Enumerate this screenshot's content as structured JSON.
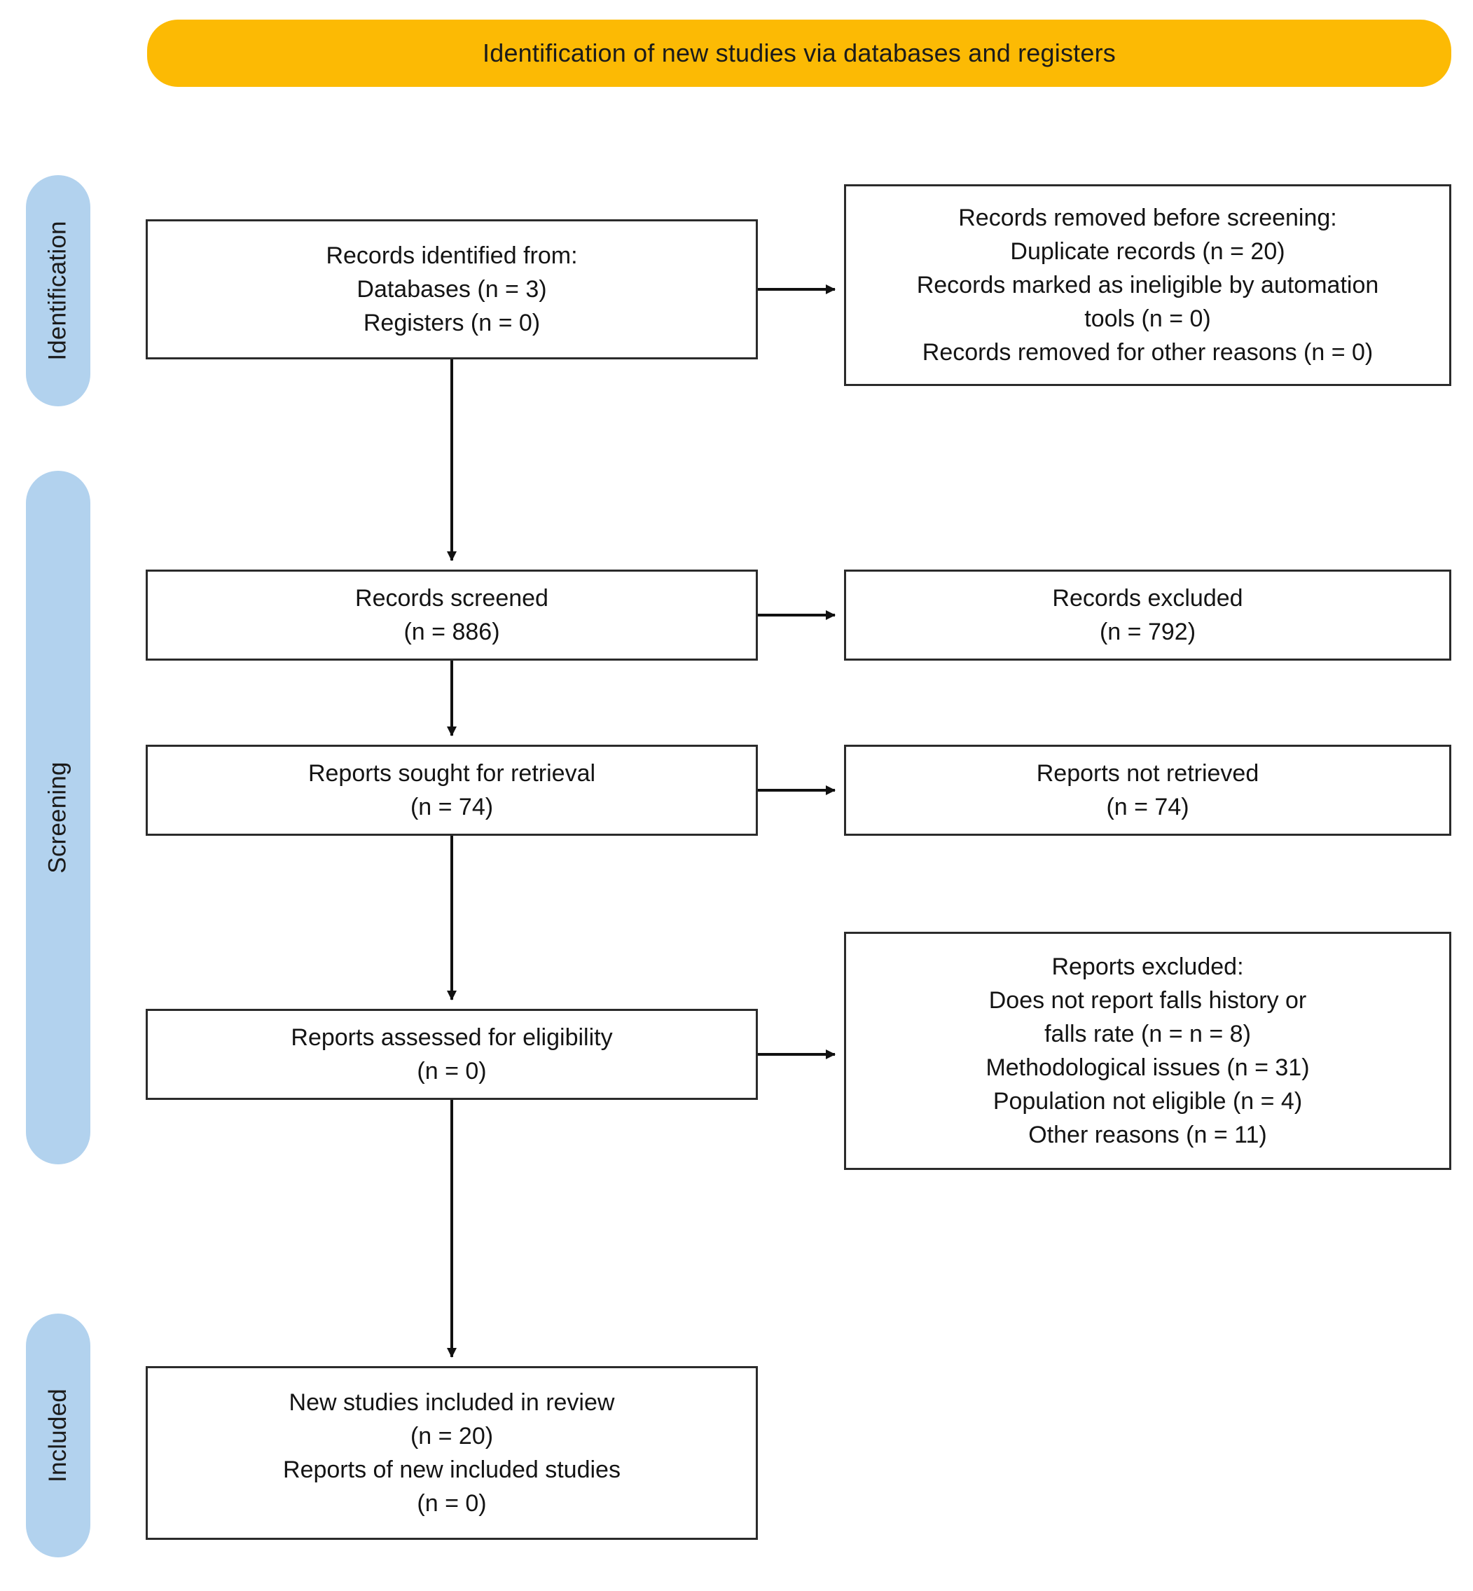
{
  "banner": {
    "title": "Identification of new studies via databases and registers",
    "color": "#FCBA04"
  },
  "stages": {
    "color": "#B2D2EE",
    "identification": "Identification",
    "screening": "Screening",
    "included": "Included"
  },
  "boxes": {
    "identified": {
      "name": "Records identified from",
      "lines": [
        "Records identified from:",
        "Databases (n = 3)",
        "Registers (n = 0)"
      ]
    },
    "removed": {
      "name": "Records removed before screening",
      "lines": [
        "Records removed before screening:",
        "Duplicate records (n = 20)",
        "Records marked as ineligible by automation",
        "tools (n = 0)",
        "Records removed for other reasons (n = 0)"
      ]
    },
    "screened": {
      "name": "Records screened",
      "lines": [
        "Records screened",
        "(n = 886)"
      ]
    },
    "excluded_records": {
      "name": "Records excluded",
      "lines": [
        "Records excluded",
        "(n = 792)"
      ]
    },
    "sought": {
      "name": "Reports sought for retrieval",
      "lines": [
        "Reports sought for retrieval",
        "(n = 74)"
      ]
    },
    "not_retrieved": {
      "name": "Reports not retrieved",
      "lines": [
        "Reports not retrieved",
        "(n = 74)"
      ]
    },
    "assessed": {
      "name": "Reports assessed for eligibility",
      "lines": [
        "Reports assessed for eligibility",
        "(n = 0)"
      ]
    },
    "excluded_reports": {
      "name": "Reports excluded",
      "lines": [
        "Reports excluded:",
        "Does not report falls history or",
        "falls rate (n =  n = 8)",
        "Methodological issues (n =  31)",
        "Population not eligible (n =  4)",
        "Other reasons (n =  11)"
      ]
    },
    "included": {
      "name": "New studies included in review",
      "lines": [
        "New studies included in review",
        "(n = 20)",
        "Reports of new included studies",
        "(n = 0)"
      ]
    }
  },
  "chart_data": {
    "type": "diagram",
    "title": "PRISMA 2020 flow diagram for new systematic reviews which included searches of databases and registers only",
    "stages": [
      "Identification",
      "Screening",
      "Included"
    ],
    "nodes": [
      {
        "id": "identified",
        "stage": "Identification",
        "column": "left",
        "label": "Records identified from:",
        "counts": {
          "Databases": 3,
          "Registers": 0
        }
      },
      {
        "id": "removed",
        "stage": "Identification",
        "column": "right",
        "label": "Records removed before screening:",
        "counts": {
          "Duplicate records": 20,
          "Records marked as ineligible by automation tools": 0,
          "Records removed for other reasons": 0
        }
      },
      {
        "id": "screened",
        "stage": "Screening",
        "column": "left",
        "label": "Records screened",
        "counts": {
          "n": 886
        }
      },
      {
        "id": "excluded_records",
        "stage": "Screening",
        "column": "right",
        "label": "Records excluded",
        "counts": {
          "n": 792
        }
      },
      {
        "id": "sought",
        "stage": "Screening",
        "column": "left",
        "label": "Reports sought for retrieval",
        "counts": {
          "n": 74
        }
      },
      {
        "id": "not_retrieved",
        "stage": "Screening",
        "column": "right",
        "label": "Reports not retrieved",
        "counts": {
          "n": 74
        }
      },
      {
        "id": "assessed",
        "stage": "Screening",
        "column": "left",
        "label": "Reports assessed for eligibility",
        "counts": {
          "n": 0
        }
      },
      {
        "id": "excluded_reports",
        "stage": "Screening",
        "column": "right",
        "label": "Reports excluded:",
        "counts": {
          "Does not report falls history or falls rate": 8,
          "Methodological issues": 31,
          "Population not eligible": 4,
          "Other reasons": 11
        }
      },
      {
        "id": "included",
        "stage": "Included",
        "column": "left",
        "label": "New studies included in review",
        "counts": {
          "New studies included in review": 20,
          "Reports of new included studies": 0
        }
      }
    ],
    "edges": [
      {
        "from": "identified",
        "to": "removed",
        "direction": "right"
      },
      {
        "from": "identified",
        "to": "screened",
        "direction": "down"
      },
      {
        "from": "screened",
        "to": "excluded_records",
        "direction": "right"
      },
      {
        "from": "screened",
        "to": "sought",
        "direction": "down"
      },
      {
        "from": "sought",
        "to": "not_retrieved",
        "direction": "right"
      },
      {
        "from": "sought",
        "to": "assessed",
        "direction": "down"
      },
      {
        "from": "assessed",
        "to": "excluded_reports",
        "direction": "right"
      },
      {
        "from": "assessed",
        "to": "included",
        "direction": "down"
      }
    ]
  }
}
